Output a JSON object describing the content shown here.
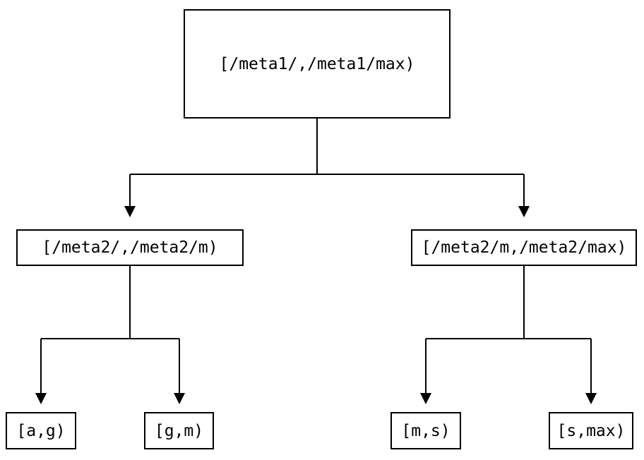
{
  "diagram": {
    "type": "tree",
    "background_color": "#ffffff",
    "line_color": "#000000",
    "nodes": {
      "root": {
        "label": "[/meta1/,/meta1/max)"
      },
      "left_child": {
        "label": "[/meta2/,/meta2/m)"
      },
      "right_child": {
        "label": "[/meta2/m,/meta2/max)"
      },
      "leaf_ag": {
        "label": "[a,g)"
      },
      "leaf_gm": {
        "label": "[g,m)"
      },
      "leaf_ms": {
        "label": "[m,s)"
      },
      "leaf_smax": {
        "label": "[s,max)"
      }
    },
    "edges": [
      {
        "from": "root",
        "to": "left_child"
      },
      {
        "from": "root",
        "to": "right_child"
      },
      {
        "from": "left_child",
        "to": "leaf_ag"
      },
      {
        "from": "left_child",
        "to": "leaf_gm"
      },
      {
        "from": "right_child",
        "to": "leaf_ms"
      },
      {
        "from": "right_child",
        "to": "leaf_smax"
      }
    ]
  }
}
